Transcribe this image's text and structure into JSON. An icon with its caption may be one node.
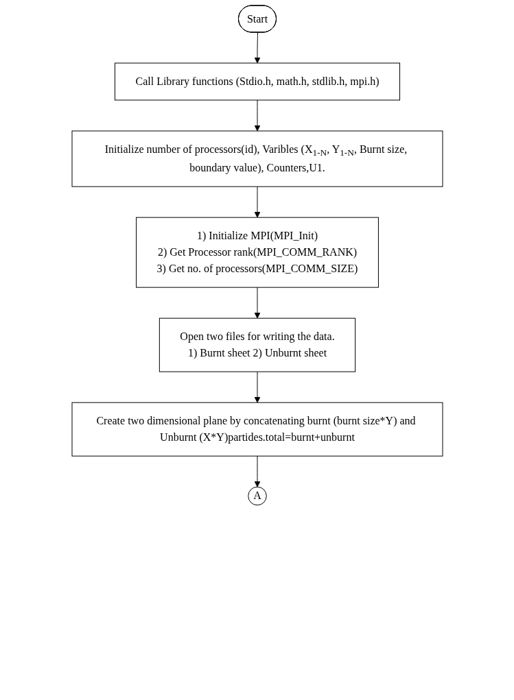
{
  "diagram": {
    "nodes": [
      {
        "text": [
          "Start"
        ]
      },
      {
        "text": [
          "Call Library functions (Stdio.h, math.h, stdlib.h, mpi.h)"
        ]
      },
      {
        "text": [
          "Initialize number of processors(id), Varibles (X$_{1-N}$, Y$_{1-N}$, Burnt size, boundary value), Counters,U1."
        ]
      },
      {
        "text": [
          "1) Initialize MPI(MPI_Init)",
          "2) Get Processor rank(MPI_COMM_RANK)",
          "3) Get no. of processors(MPI_COMM_SIZE)"
        ]
      },
      {
        "text": [
          "Open two files for writing the data.",
          "1) Burnt sheet 2) Unburnt sheet"
        ]
      },
      {
        "text": [
          "Create two dimensional plane by concatenating burnt (burnt size*Y) and Unburnt (X*Y)partides.total=burnt+unburnt"
        ]
      },
      {
        "text": [
          "A"
        ]
      }
    ],
    "edges": [
      {
        "from": 0,
        "to": 1,
        "arrow": "to"
      },
      {
        "from": 1,
        "to": 2,
        "arrow": "to"
      },
      {
        "from": 2,
        "to": 3,
        "arrow": "to"
      },
      {
        "from": 3,
        "to": 4,
        "arrow": "to"
      },
      {
        "from": 4,
        "to": 5,
        "arrow": "to"
      },
      {
        "from": 5,
        "to": 6,
        "arrow": "to"
      }
    ]
  }
}
